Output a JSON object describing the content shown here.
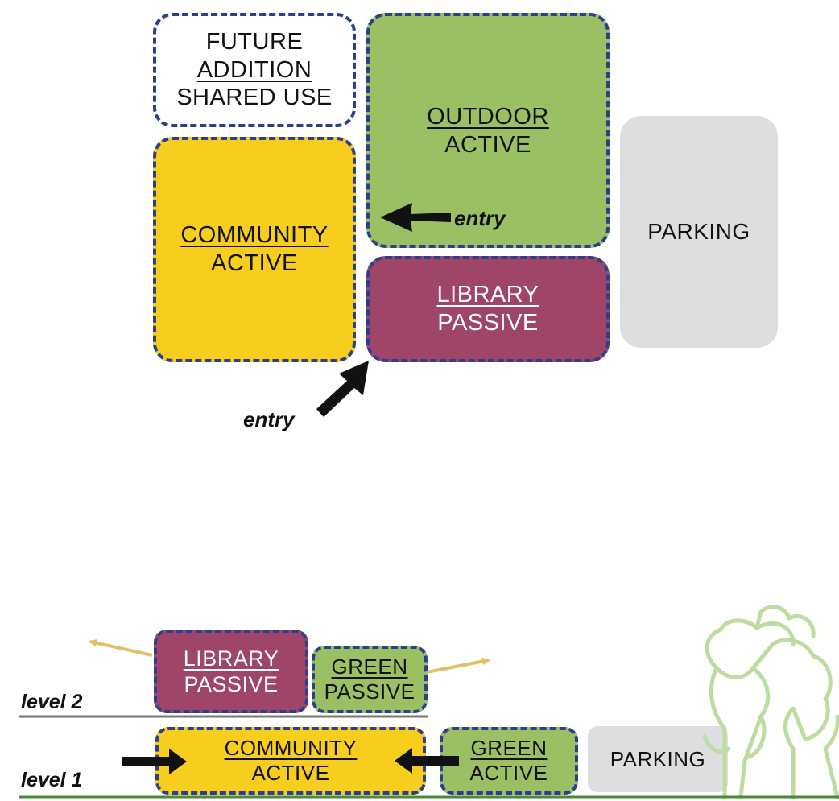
{
  "colors": {
    "border": "#2c3f8f",
    "green": "#9bc064",
    "yellow": "#f7cd1e",
    "purple": "#9e4568",
    "gray": "#dedee0",
    "gold": "#e0c068",
    "tree": "#bcdca0",
    "ground": "#4a8a3a"
  },
  "plan": {
    "future": {
      "line1": "FUTURE",
      "line2": "ADDITION",
      "line3": "SHARED USE"
    },
    "outdoor": {
      "title": "OUTDOOR",
      "sub": "ACTIVE"
    },
    "community": {
      "title": "COMMUNITY",
      "sub": "ACTIVE"
    },
    "library": {
      "title": "LIBRARY",
      "sub": "PASSIVE"
    },
    "parking": "PARKING",
    "entry_right": "entry",
    "entry_bottom": "entry"
  },
  "section": {
    "level2_label": "level 2",
    "level1_label": "level 1",
    "library": {
      "title": "LIBRARY",
      "sub": "PASSIVE"
    },
    "green_passive": {
      "title": "GREEN",
      "sub": "PASSIVE"
    },
    "community": {
      "title": "COMMUNITY",
      "sub": "ACTIVE"
    },
    "green_active": {
      "title": "GREEN",
      "sub": "ACTIVE"
    },
    "parking": "PARKING"
  }
}
